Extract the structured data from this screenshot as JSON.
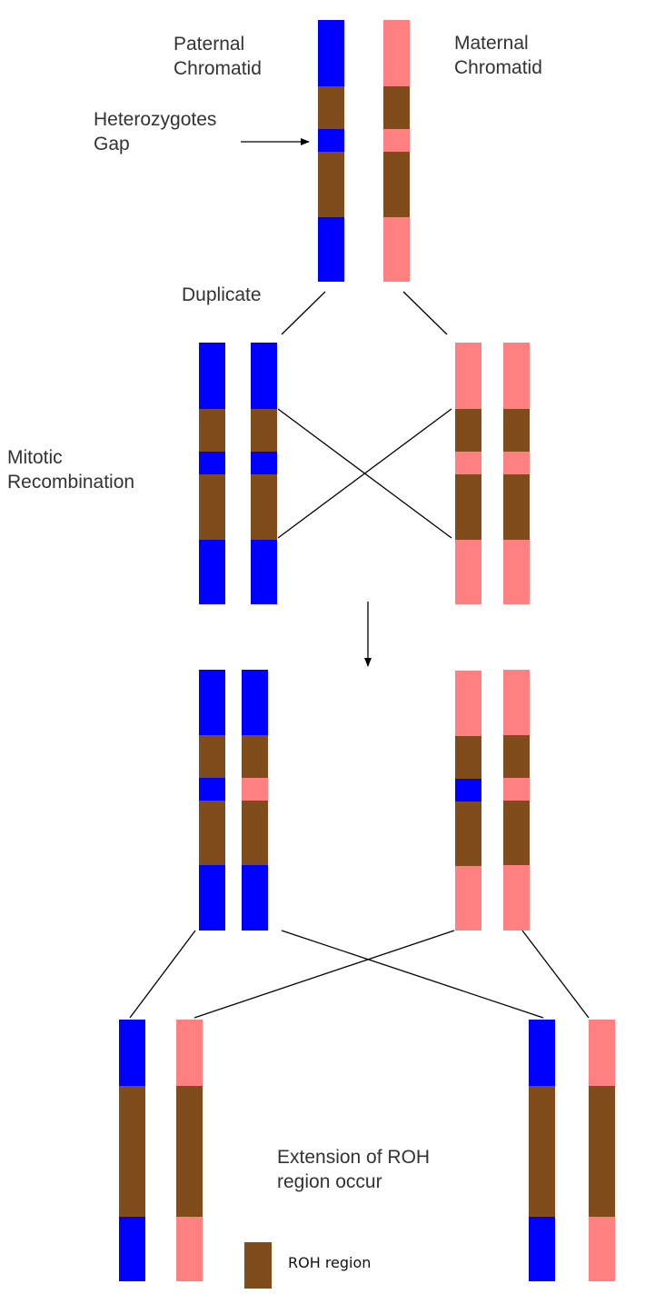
{
  "labels": {
    "paternal_line1": "Paternal",
    "paternal_line2": "Chromatid",
    "maternal_line1": "Maternal",
    "maternal_line2": "Chromatid",
    "heterozygotes_line1": "Heterozygotes",
    "heterozygotes_line2": "Gap",
    "duplicate": "Duplicate",
    "mitotic_line1": "Mitotic",
    "mitotic_line2": "Recombination",
    "extension_line1": "Extension of ROH",
    "extension_line2": "region occur",
    "legend_roh": "ROH region"
  },
  "colors": {
    "paternal": "#0000ff",
    "maternal": "#ff8080",
    "roh": "#804c1c"
  }
}
